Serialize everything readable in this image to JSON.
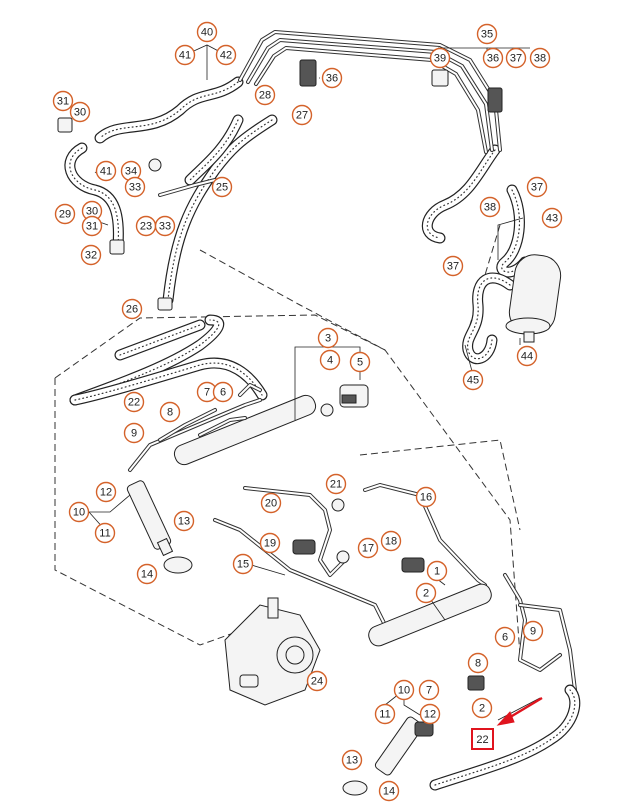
{
  "diagram": {
    "callouts": [
      {
        "label": "40"
      },
      {
        "label": "41"
      },
      {
        "label": "42"
      },
      {
        "label": "36"
      },
      {
        "label": "35"
      },
      {
        "label": "39"
      },
      {
        "label": "36"
      },
      {
        "label": "37"
      },
      {
        "label": "38"
      },
      {
        "label": "31"
      },
      {
        "label": "30"
      },
      {
        "label": "28"
      },
      {
        "label": "27"
      },
      {
        "label": "41"
      },
      {
        "label": "34"
      },
      {
        "label": "33"
      },
      {
        "label": "25"
      },
      {
        "label": "38"
      },
      {
        "label": "37"
      },
      {
        "label": "29"
      },
      {
        "label": "30"
      },
      {
        "label": "31"
      },
      {
        "label": "23"
      },
      {
        "label": "33"
      },
      {
        "label": "43"
      },
      {
        "label": "32"
      },
      {
        "label": "37"
      },
      {
        "label": "26"
      },
      {
        "label": "44"
      },
      {
        "label": "3"
      },
      {
        "label": "4"
      },
      {
        "label": "5"
      },
      {
        "label": "45"
      },
      {
        "label": "22"
      },
      {
        "label": "7"
      },
      {
        "label": "6"
      },
      {
        "label": "8"
      },
      {
        "label": "9"
      },
      {
        "label": "21"
      },
      {
        "label": "12"
      },
      {
        "label": "20"
      },
      {
        "label": "16"
      },
      {
        "label": "10"
      },
      {
        "label": "13"
      },
      {
        "label": "11"
      },
      {
        "label": "19"
      },
      {
        "label": "18"
      },
      {
        "label": "17"
      },
      {
        "label": "14"
      },
      {
        "label": "15"
      },
      {
        "label": "1"
      },
      {
        "label": "2"
      },
      {
        "label": "6"
      },
      {
        "label": "9"
      },
      {
        "label": "8"
      },
      {
        "label": "24"
      },
      {
        "label": "10"
      },
      {
        "label": "7"
      },
      {
        "label": "11"
      },
      {
        "label": "12"
      },
      {
        "label": "2"
      },
      {
        "label": "13"
      },
      {
        "label": "14"
      }
    ],
    "highlight": {
      "label": "22",
      "color": "#e0141e"
    },
    "colors": {
      "callout_ring": "#d4622a",
      "highlight": "#e0141e",
      "line": "#222222"
    }
  }
}
